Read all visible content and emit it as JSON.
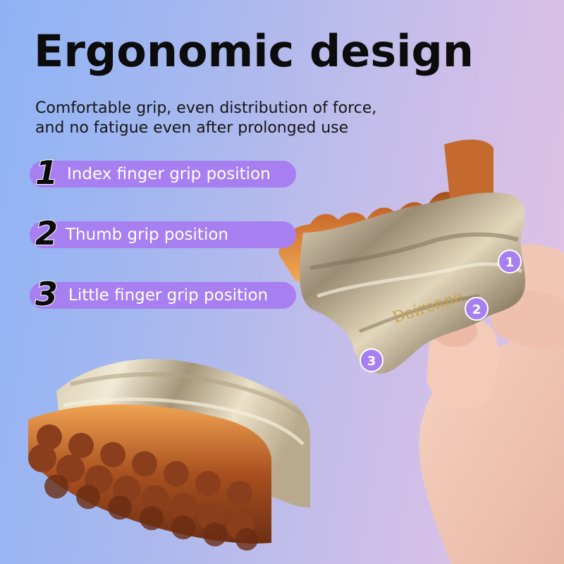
{
  "header": {
    "title": "Ergonomic design",
    "subtitle_line1": "Comfortable grip, even distribution of force,",
    "subtitle_line2": "and no fatigue even after prolonged use"
  },
  "grip_positions": [
    {
      "number": "1",
      "label": "Index finger grip position"
    },
    {
      "number": "2",
      "label": "Thumb grip position"
    },
    {
      "number": "3",
      "label": "Little finger grip position"
    }
  ],
  "product": {
    "brand_text": "Dairenne",
    "markers": [
      "1",
      "2",
      "3"
    ]
  },
  "colors": {
    "pill": "#a77ff0",
    "marker": "#a77ff0",
    "bristle_tip": "#8a3e1c",
    "bristle_base": "#f0a352",
    "handle_light": "#e6dcc1",
    "handle_dark": "#8c7d66"
  }
}
